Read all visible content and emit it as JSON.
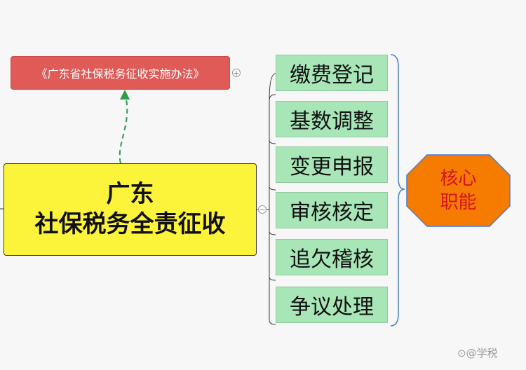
{
  "reference_node": {
    "label": "《广东省社保税务征收实施办法》"
  },
  "central_topic": {
    "line1": "广东",
    "line2": "社保税务全责征收"
  },
  "items": [
    {
      "label": "缴费登记"
    },
    {
      "label": "基数调整"
    },
    {
      "label": "变更申报"
    },
    {
      "label": "审核核定"
    },
    {
      "label": "追欠稽核"
    },
    {
      "label": "争议处理"
    }
  ],
  "summary_badge": {
    "line1": "核心",
    "line2": "职能"
  },
  "watermark": {
    "text": "⊙@学税"
  },
  "colors": {
    "reference_node": "#e05a57",
    "central_topic": "#fbf43a",
    "items": "#a8e6b8",
    "summary_badge": "#f57c00",
    "summary_text": "#d4141a",
    "relation_arrow": "#2e9c4a",
    "bracket": "#4a7fd4"
  }
}
